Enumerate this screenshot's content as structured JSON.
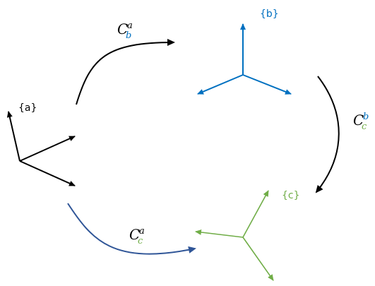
{
  "colors": {
    "frame_a": "#000000",
    "frame_b": "#0070c0",
    "frame_c": "#70ad47",
    "arrow_ab": "#000000",
    "arrow_bc": "#000000",
    "arrow_ac": "#2f5597"
  },
  "frames": {
    "a": {
      "label": "{a}"
    },
    "b": {
      "label": "{b}"
    },
    "c": {
      "label": "{c}"
    }
  },
  "transforms": {
    "ab": {
      "base": "C",
      "sub": "b",
      "sup": "a"
    },
    "bc": {
      "base": "C",
      "sub": "c",
      "sup": "b"
    },
    "ac": {
      "base": "C",
      "sub": "c",
      "sup": "a"
    }
  }
}
